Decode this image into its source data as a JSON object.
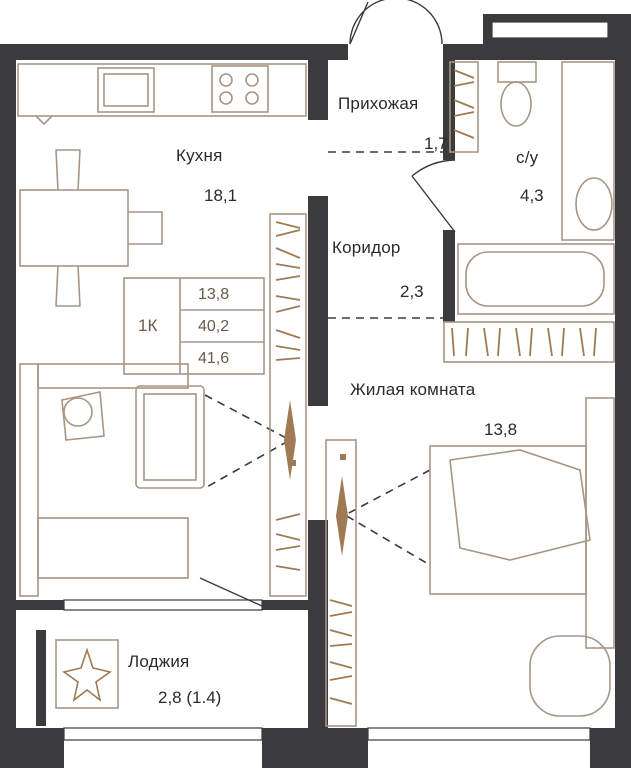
{
  "rooms": {
    "kitchen": {
      "name": "Кухня",
      "area": "18,1"
    },
    "hallway": {
      "name": "Прихожая",
      "area": "1,7"
    },
    "bathroom": {
      "name": "с/у",
      "area": "4,3"
    },
    "corridor": {
      "name": "Коридор",
      "area": "2,3"
    },
    "living": {
      "name": "Жилая комната",
      "area": "13,8"
    },
    "loggia": {
      "name": "Лоджия",
      "area": "2,8 (1.4)"
    }
  },
  "summary": {
    "type": "1К",
    "living_area": "13,8",
    "total_area": "40,2",
    "total_with_loggia": "41,6"
  },
  "colors": {
    "wall": "#3b3b3d",
    "furniture": "#a89585",
    "accent": "#a07a55"
  }
}
